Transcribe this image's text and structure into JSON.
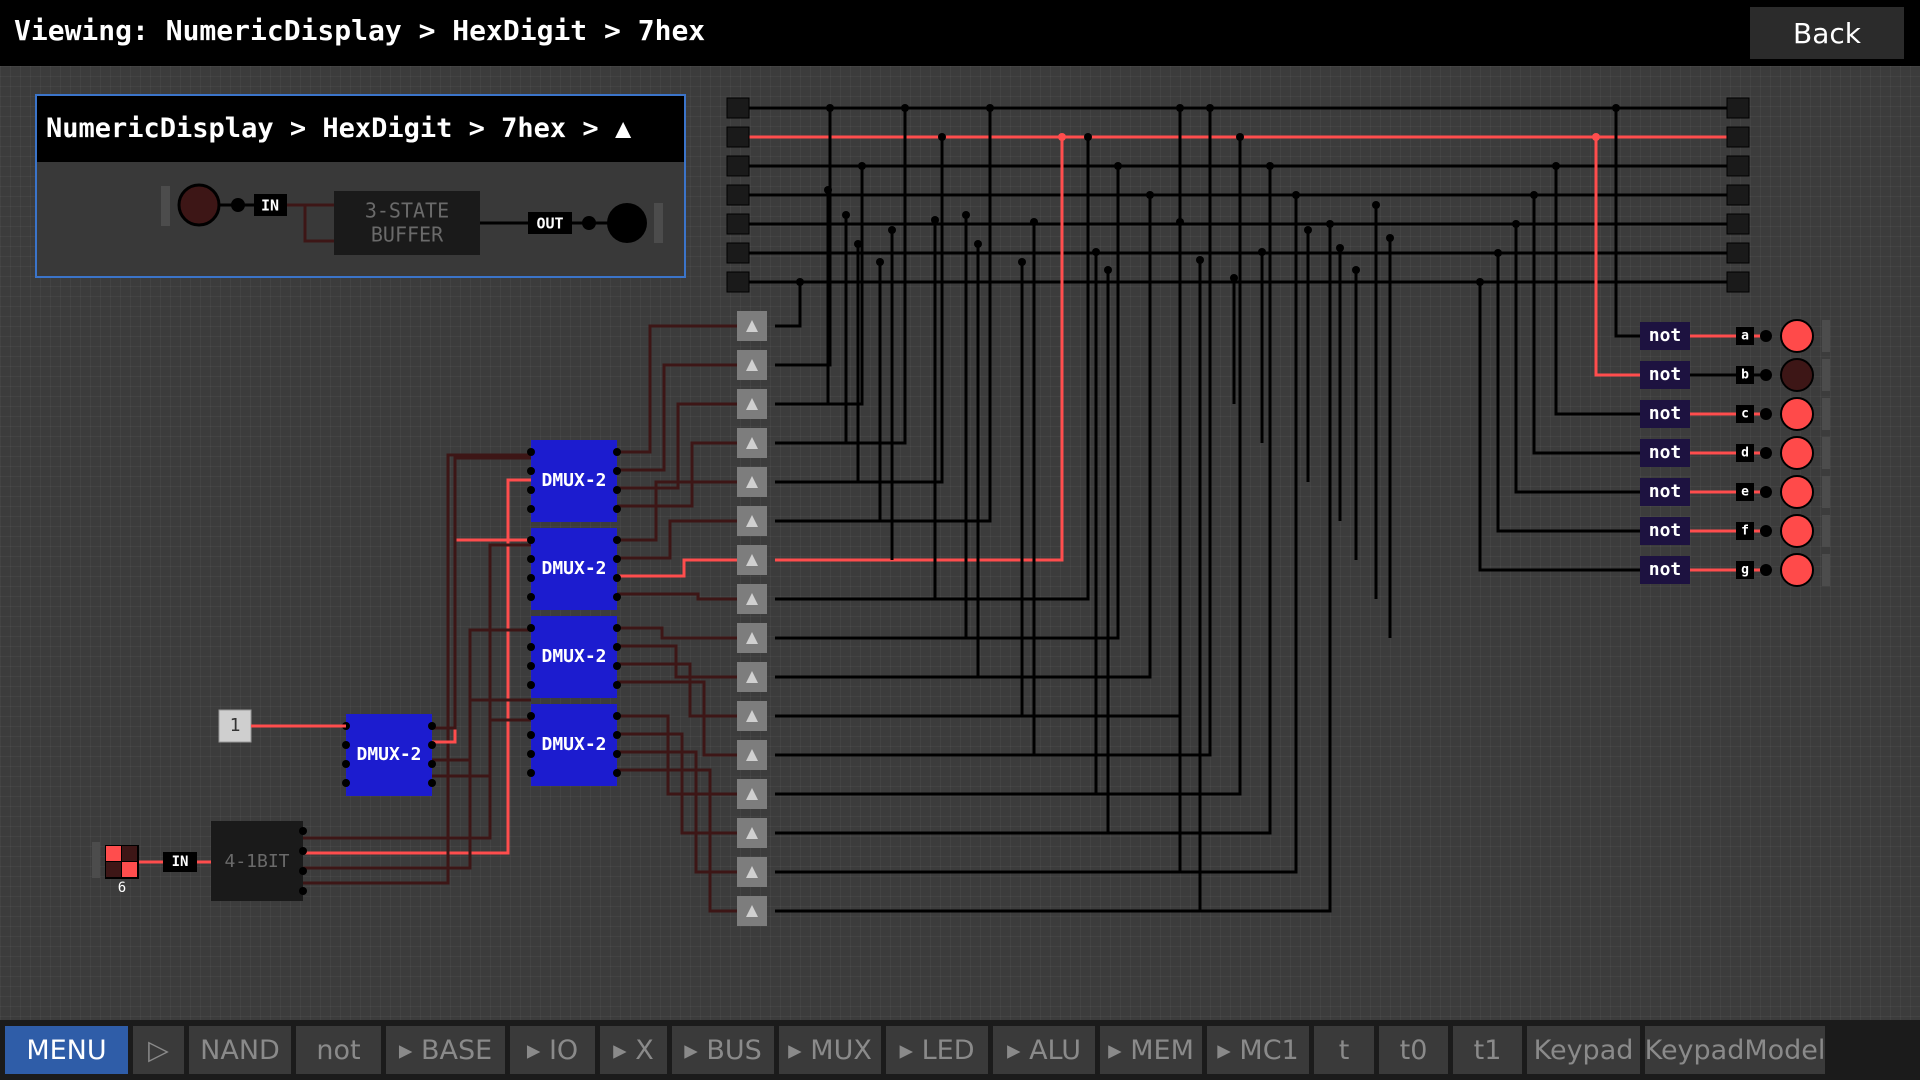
{
  "header": {
    "title": "Viewing: NumericDisplay > HexDigit > 7hex",
    "back_label": "Back"
  },
  "inset": {
    "path": "NumericDisplay > HexDigit > 7hex > ▲",
    "in_label": "IN",
    "buffer_line1": "3-STATE",
    "buffer_line2": "BUFFER",
    "out_label": "OUT"
  },
  "circuit": {
    "constant_value": "1",
    "decoder_label": "4-1BIT",
    "input_label": "IN",
    "input_value": "6",
    "demux_label": "DMUX-2",
    "not_label": "not",
    "segment_labels": [
      "a",
      "b",
      "c",
      "d",
      "e",
      "f",
      "g"
    ],
    "segment_states": [
      true,
      false,
      true,
      true,
      true,
      true,
      true
    ],
    "high_wire_color": "#ff4d4d",
    "low_wire_color": "#000000",
    "demux_color": "#1c1ccf",
    "selector_color": "#3b74c9"
  },
  "toolbar": {
    "items": [
      {
        "label": "MENU",
        "active": true
      },
      {
        "label": "▷"
      },
      {
        "label": "NAND"
      },
      {
        "label": "not"
      },
      {
        "label": "▸ BASE"
      },
      {
        "label": "▸ IO"
      },
      {
        "label": "▸ X"
      },
      {
        "label": "▸ BUS"
      },
      {
        "label": "▸ MUX"
      },
      {
        "label": "▸ LED"
      },
      {
        "label": "▸ ALU"
      },
      {
        "label": "▸ MEM"
      },
      {
        "label": "▸ MC1"
      },
      {
        "label": "t"
      },
      {
        "label": "t0"
      },
      {
        "label": "t1"
      },
      {
        "label": "Keypad"
      },
      {
        "label": "KeypadModel"
      }
    ]
  }
}
